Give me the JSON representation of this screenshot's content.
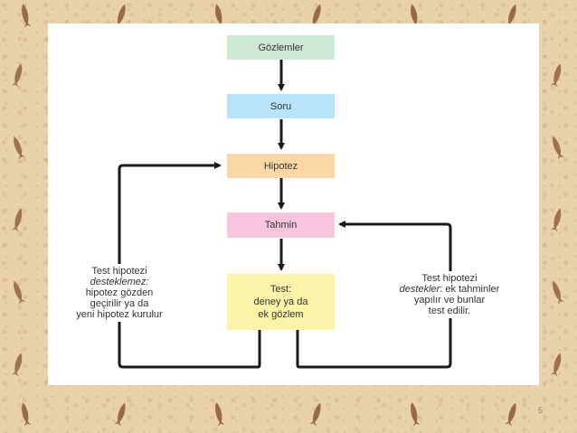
{
  "diagram": {
    "nodes": {
      "gozlemler": "Gözlemler",
      "soru": "Soru",
      "hipotez": "Hipotez",
      "tahmin": "Tahmin",
      "test": [
        "Test:",
        "deney ya da",
        "ek gözlem"
      ]
    },
    "left_label": {
      "line1": "Test hipotezi",
      "line2": "desteklemez:",
      "line3": "hipotez gözden",
      "line4": "geçirilir ya da",
      "line5": "yeni hipotez kurulur"
    },
    "right_label": {
      "line1": "Test hipotezi",
      "line2_italic": "destekler",
      "line2_rest": ": ek tahminler",
      "line3": "yapılır ve bunlar",
      "line4": "test edilir."
    },
    "colors": {
      "gozlemler": "#cfe8d8",
      "soru": "#b9e3f7",
      "hipotez": "#fbd7a8",
      "tahmin": "#f7c6de",
      "test": "#fbf3a8",
      "arrow": "#1a1a1a"
    }
  },
  "page_number": "5"
}
